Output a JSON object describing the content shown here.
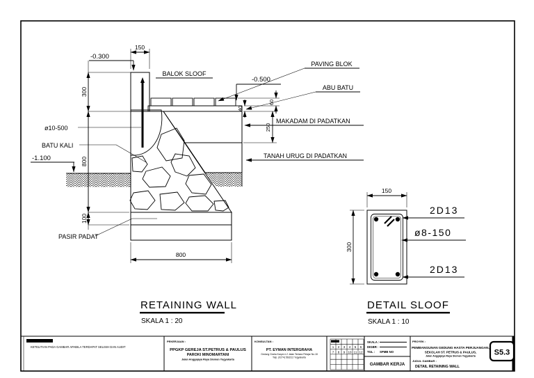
{
  "main_view": {
    "title": "RETAINING WALL",
    "scale_label": "SKALA 1 : 20",
    "levels": {
      "wall_top": "-0.300",
      "paving_top": "-0.500",
      "ground_left": "-1.100"
    },
    "dimensions": {
      "wall_width": "150",
      "upper_height": "300",
      "lower_height": "800",
      "sand_thickness": "100",
      "footing_width": "800",
      "paving_thickness": "60",
      "abu_batu_thickness": "40",
      "makadam_thickness": "250"
    },
    "labels": {
      "balok_sloof": "BALOK SLOOF",
      "paving_blok": "PAVING BLOK",
      "abu_batu": "ABU BATU",
      "makadam": "MAKADAM DI PADATKAN",
      "tanah_urug": "TANAH URUG DI PADATKAN",
      "rebar": "ø10-500",
      "batu_kali": "BATU KALI",
      "pasir_padat": "PASIR PADAT"
    }
  },
  "detail_view": {
    "title": "DETAIL SLOOF",
    "scale_label": "SKALA 1 : 10",
    "dimensions": {
      "width": "150",
      "height": "300"
    },
    "labels": {
      "top_bars": "2D13",
      "stirrups": "ø8-150",
      "bottom_bars": "2D13"
    }
  },
  "title_block": {
    "notes": {
      "note_line": "KETELITIAN PADA GAMBAR APABILA TERDAPAT SELISIH DAN AUDIT"
    },
    "owner": {
      "header": "PEKERJAAN :",
      "line1": "PPGKP GEREJA ST.PETRUS & PAULUS",
      "line2": "PAROKI MINOMARTANI",
      "line3": "Jalan Anggajaya Raya Sleman Yogyakarta"
    },
    "consultant": {
      "header": "KONSULTAN :",
      "name": "PT. EYMAN INTERGRAHA",
      "address1": "Gedung Graha Karya Lt.2 Jalan Tentara Pelajar No.18",
      "address2": "Telp. (0274) 563212 Yogyakarta"
    },
    "revision_grid": {
      "row1": [
        "1",
        "2",
        "3",
        "4",
        "5",
        "6"
      ],
      "row2": [
        "7",
        "8",
        "9",
        "10",
        "11",
        "12"
      ]
    },
    "issue": {
      "rows": [
        {
          "label": "SKALA :",
          "value": ""
        },
        {
          "label": "DIGBR :",
          "value": ""
        },
        {
          "label": "TGL :",
          "value": "SPMB NO"
        }
      ],
      "type_label": "GAMBAR KERJA"
    },
    "project": {
      "header": "PROYEK :",
      "line1": "PEMBANGUNAN GEDUNG HASTA PERJUANGAN,",
      "line2": "SEKOLAH ST. PETRUS & PAULUS,",
      "line3": "Jalan Anggajaya Raya Sleman Yogyakarta",
      "drawing_title_header": "JUDUL GAMBAR :",
      "drawing_title": "DETAIL RETAINING WALL",
      "sheet_no": "S5.3"
    }
  }
}
